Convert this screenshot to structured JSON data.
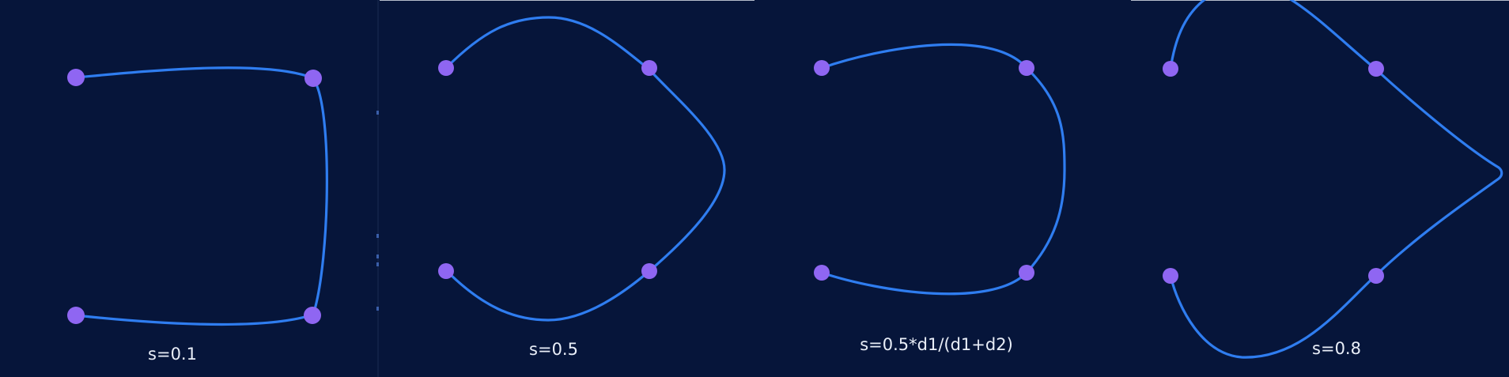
{
  "panels": [
    {
      "caption": "s=0.1"
    },
    {
      "caption": "s=0.5"
    },
    {
      "caption": "s=0.5*d1/(d1+d2)"
    },
    {
      "caption": "s=0.8"
    }
  ],
  "colors": {
    "background": "#06153a",
    "curve": "#2f7df0",
    "control_point": "#8f66f2",
    "caption": "#e9eef8"
  }
}
